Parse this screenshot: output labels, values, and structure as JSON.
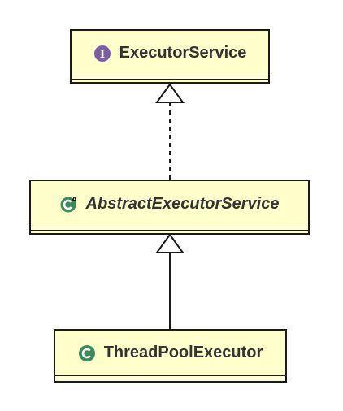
{
  "diagram": {
    "nodes": [
      {
        "id": "executor-service",
        "name": "ExecutorService",
        "kind": "interface",
        "icon": "interface-icon",
        "icon_letter": "I",
        "color": "#7b5ea7"
      },
      {
        "id": "abstract-executor-service",
        "name": "AbstractExecutorService",
        "kind": "abstract-class",
        "icon": "abstract-class-icon",
        "icon_letter": "C",
        "color": "#3c8a5a"
      },
      {
        "id": "thread-pool-executor",
        "name": "ThreadPoolExecutor",
        "kind": "class",
        "icon": "class-icon",
        "icon_letter": "C",
        "color": "#3c8a5a"
      }
    ],
    "edges": [
      {
        "from": "abstract-executor-service",
        "to": "executor-service",
        "type": "realization",
        "line": "dashed"
      },
      {
        "from": "thread-pool-executor",
        "to": "abstract-executor-service",
        "type": "generalization",
        "line": "solid"
      }
    ]
  }
}
